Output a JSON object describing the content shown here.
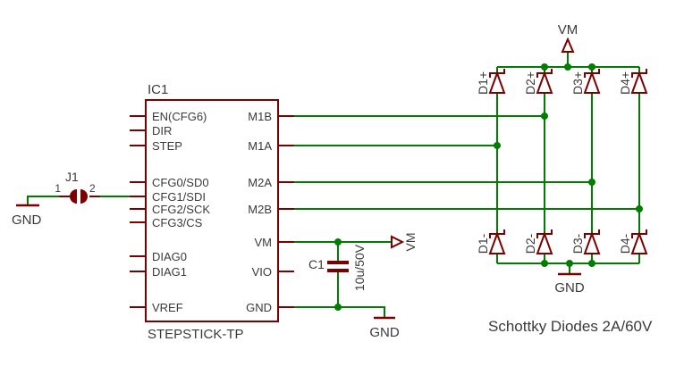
{
  "colors": {
    "wire_green": "#007d00",
    "symbol_maroon": "#7c0000",
    "text_gray": "#3a3a3a",
    "background": "#ffffff"
  },
  "ic1": {
    "designator": "IC1",
    "value": "STEPSTICK-TP",
    "left_pins": [
      "EN(CFG6)",
      "DIR",
      "STEP",
      "CFG0/SD0",
      "CFG1/SDI",
      "CFG2/SCK",
      "CFG3/CS",
      "DIAG0",
      "DIAG1",
      "VREF"
    ],
    "right_pins": [
      "M1B",
      "M1A",
      "M2A",
      "M2B",
      "VM",
      "VIO",
      "GND"
    ]
  },
  "j1": {
    "designator": "J1",
    "pin_numbers": [
      "1",
      "2"
    ]
  },
  "c1": {
    "designator": "C1",
    "value": "10u/50V"
  },
  "nets": {
    "vm_label": "VM",
    "gnd_label": "GND"
  },
  "diodes": {
    "top_labels": [
      "D1+",
      "D2+",
      "D3+",
      "D4+"
    ],
    "bottom_labels": [
      "D1-",
      "D2-",
      "D3-",
      "D4-"
    ],
    "caption": "Schottky Diodes 2A/60V"
  }
}
